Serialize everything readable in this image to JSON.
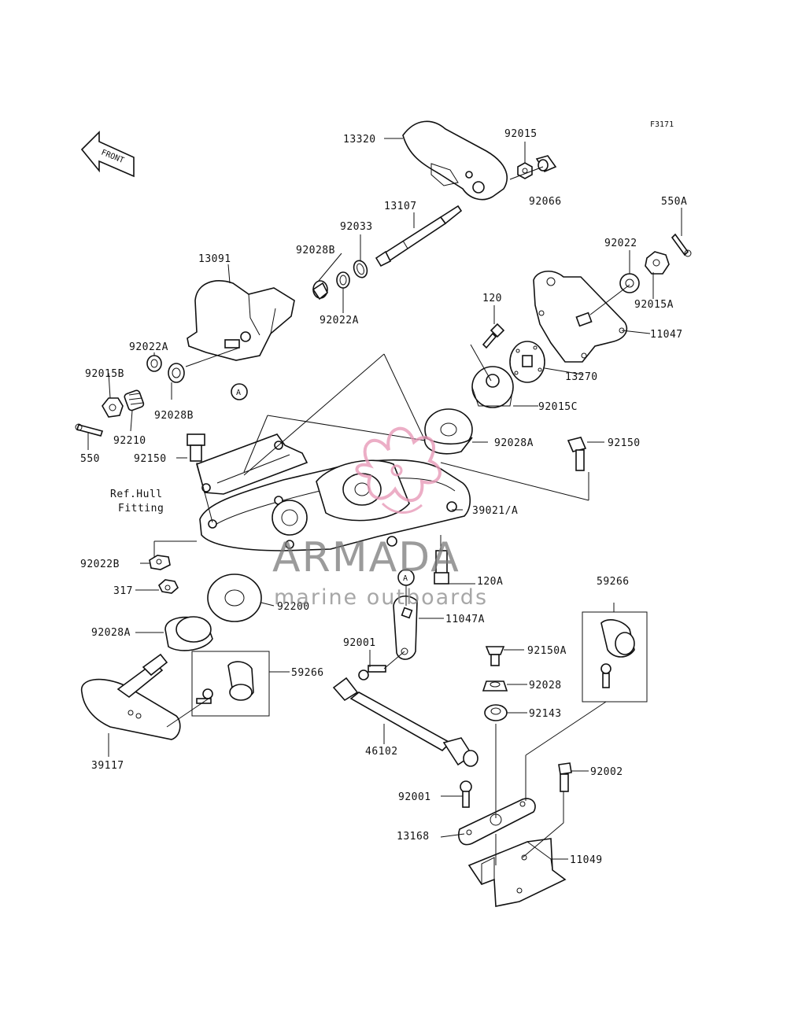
{
  "figure_code": "F3171",
  "front_marker": "FRONT",
  "reference_note": [
    "Ref.Hull",
    "Fitting"
  ],
  "callout_letter": "A",
  "watermark": {
    "brand": "ARMADA",
    "tagline": "marine outboards",
    "logo_color": "#e89ab8"
  },
  "part_numbers": {
    "p13320": "13320",
    "p92015": "92015",
    "p92066": "92066",
    "p550A": "550A",
    "p13107": "13107",
    "p92033": "92033",
    "p92028B_top": "92028B",
    "p13091": "13091",
    "p92022": "92022",
    "p92015A": "92015A",
    "p92022A_mid": "92022A",
    "p11047": "11047",
    "p120": "120",
    "p92022A_left": "92022A",
    "p13270": "13270",
    "p92015B": "92015B",
    "p92028B_left": "92028B",
    "p92015C": "92015C",
    "p92210": "92210",
    "p550": "550",
    "p92028A_right": "92028A",
    "p92150_left": "92150",
    "p92150_right": "92150",
    "p39021A": "39021/A",
    "p92022B": "92022B",
    "p120A": "120A",
    "p317": "317",
    "p92200": "92200",
    "p59266_right": "59266",
    "p11047A": "11047A",
    "p92028A_left": "92028A",
    "p92001_top": "92001",
    "p92150A": "92150A",
    "p59266_left": "59266",
    "p92028": "92028",
    "p92143": "92143",
    "p39117": "39117",
    "p46102": "46102",
    "p92002": "92002",
    "p92001_bottom": "92001",
    "p13168": "13168",
    "p11049": "11049"
  }
}
